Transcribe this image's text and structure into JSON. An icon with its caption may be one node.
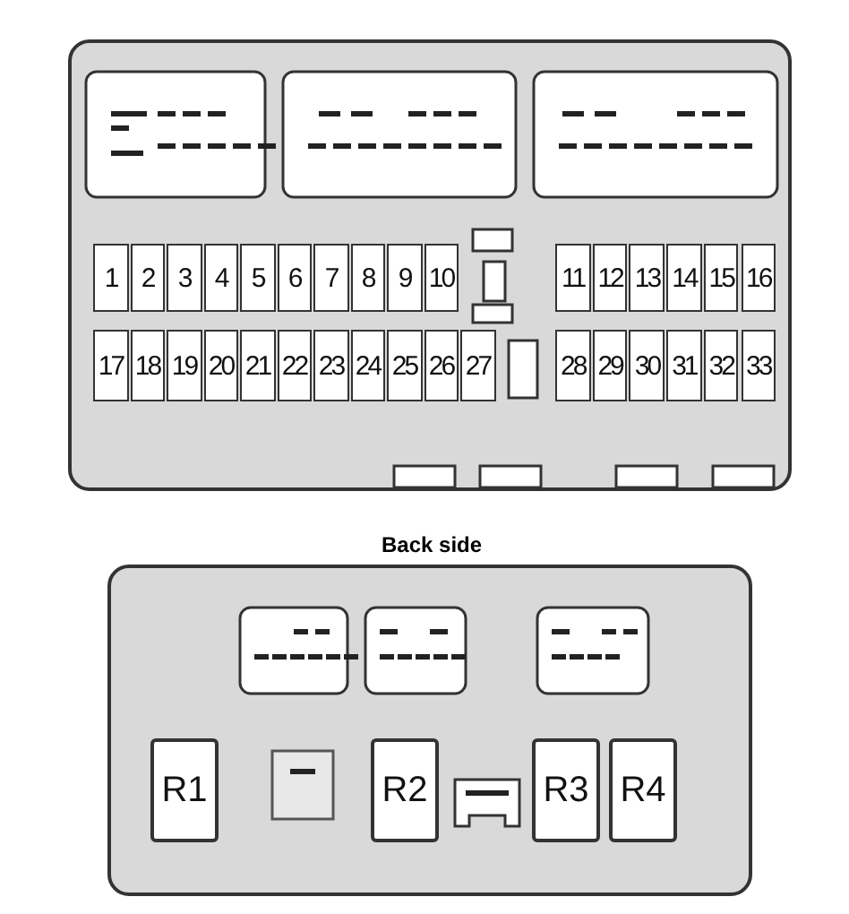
{
  "diagram": {
    "nodes": [
      {
        "text": [],
        "shape": "box"
      },
      {
        "text": [
          "1"
        ],
        "in": 0
      },
      {
        "text": [
          "2"
        ],
        "in": 0
      },
      {
        "text": [
          "3"
        ],
        "in": 0
      },
      {
        "text": [
          "4"
        ],
        "in": 0
      },
      {
        "text": [
          "5"
        ],
        "in": 0
      },
      {
        "text": [
          "6"
        ],
        "in": 0
      },
      {
        "text": [
          "7"
        ],
        "in": 0
      },
      {
        "text": [
          "8"
        ],
        "in": 0
      },
      {
        "text": [
          "9"
        ],
        "in": 0
      },
      {
        "text": [
          "10"
        ],
        "in": 0
      },
      {
        "text": [
          "11"
        ],
        "in": 0
      },
      {
        "text": [
          "12"
        ],
        "in": 0
      },
      {
        "text": [
          "13"
        ],
        "in": 0
      },
      {
        "text": [
          "14"
        ],
        "in": 0
      },
      {
        "text": [
          "15"
        ],
        "in": 0
      },
      {
        "text": [
          "16"
        ],
        "in": 0
      },
      {
        "text": [
          "17"
        ],
        "in": 0
      },
      {
        "text": [
          "18"
        ],
        "in": 0
      },
      {
        "text": [
          "19"
        ],
        "in": 0
      },
      {
        "text": [
          "20"
        ],
        "in": 0
      },
      {
        "text": [
          "21"
        ],
        "in": 0
      },
      {
        "text": [
          "22"
        ],
        "in": 0
      },
      {
        "text": [
          "23"
        ],
        "in": 0
      },
      {
        "text": [
          "24"
        ],
        "in": 0
      },
      {
        "text": [
          "25"
        ],
        "in": 0
      },
      {
        "text": [
          "26"
        ],
        "in": 0
      },
      {
        "text": [
          "27"
        ],
        "in": 0
      },
      {
        "text": [
          "28"
        ],
        "in": 0
      },
      {
        "text": [
          "29"
        ],
        "in": 0
      },
      {
        "text": [
          "30"
        ],
        "in": 0
      },
      {
        "text": [
          "31"
        ],
        "in": 0
      },
      {
        "text": [
          "32"
        ],
        "in": 0
      },
      {
        "text": [
          "33"
        ],
        "in": 0
      },
      {
        "text": [
          "Back side"
        ]
      },
      {
        "text": [
          "R1"
        ],
        "in": 34
      },
      {
        "text": [
          "R2"
        ],
        "in": 34
      },
      {
        "text": [
          "R3"
        ],
        "in": 34
      },
      {
        "text": [
          "R4"
        ],
        "in": 34
      }
    ]
  }
}
